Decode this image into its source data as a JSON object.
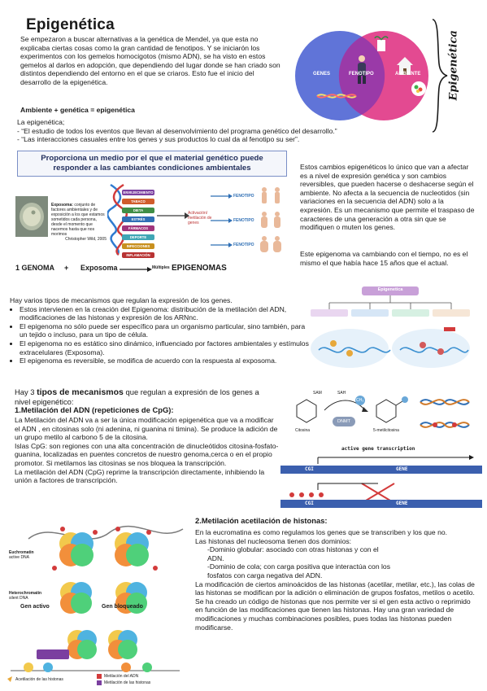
{
  "title": "Epigenética",
  "intro": "Se empezaron a buscar alternativas a la genética de Mendel, ya que esta no explicaba ciertas cosas como la gran cantidad de fenotipos. Y se iniciarón los experimentos con los gemelos homocigotos (mismo ADN), se ha visto en estos gemelos al darlos en adopción, que dependiendo del lugar donde se han criado son distintos dependiendo del entorno en el que se criaros. Esto fue el inicio del desarrollo de la epigenética.",
  "formula": "Ambiente + genética = epigenética",
  "definition_intro": "La epigenética;",
  "definitions": [
    "- “El estudio de todos los eventos que llevan al desenvolvimiento del programa genético del desarrollo.”",
    "- “Las interacciones casuales entre los genes y sus productos lo cual da al fenotipo su ser”."
  ],
  "venn": {
    "genes": "GENES",
    "fenotipo": "FENOTIPO",
    "ambiente": "AMBIENTE",
    "brace_label": "Epigenética",
    "colors": {
      "genes": "#5b6fd9",
      "ambiente": "#e0408c",
      "overlap": "#a13ca8"
    }
  },
  "figure1": {
    "title": "Proporciona un medio por el que el material genético puede responder a las cambiantes condiciones ambientales",
    "exposoma_label": "Exposoma:",
    "exposoma_text": "conjunto de factores ambientales y de exposición a los que estamos sometidos cada persona, desde el momento que nacemos hasta que nos morimos",
    "citation": "Christopher Wild, 2005",
    "factors": [
      "ENVEJECIMIENTO",
      "TABACO",
      "DIETA",
      "ESTRÉS",
      "FÁRMACOS",
      "DEPORTE",
      "INFECCIONES",
      "INFLAMACIÓN"
    ],
    "activation": "Activación/ metilación de genes",
    "fenotipo": "FENOTIPO",
    "eq_genoma": "1 GENOMA",
    "eq_plus": "+",
    "eq_exposoma": "Exposoma",
    "eq_arrow": "Múltiples",
    "eq_result": "EPIGENOMAS"
  },
  "cambios": "Estos cambios epigenéticos lo único que van a afectar es a nivel de expresión genética y son cambios reversibles, que pueden hacerse o deshacerse según el ambiente. No afecta a la secuencia de nucleotidos (sin variaciones en la secuencia del ADN) solo a la expresión. Es un mecanismo que permite el traspaso de caracteres de una generación a otra sin que se modifiquen o muten los genes.",
  "epigenoma_cambia": "Este epigenoma va cambiando con el tiempo, no es el mismo el que había hace 15 años que el actual.",
  "mecanismos_intro": "Hay varios tipos de mecanismos que regulan la expresión de los genes.",
  "mecanismos": [
    "Estos intervienen en la creación del Epigenoma: distribución de la metilación del ADN, modificaciones de las histonas y expresión de los ARNnc.",
    "El epigenoma no sólo puede ser específico para un organismo particular, sino también, para un tejido o incluso, para un tipo de célula.",
    " El epigenoma no es estático sino dinámico, influenciado por factores ambientales y estímulos extracelulares (Exposoma).",
    " El epigenoma es reversible, se modifica de acuerdo con la respuesta al exposoma."
  ],
  "tree_label": "Epigenetica",
  "tipos_pre": "Hay 3 ",
  "tipos_bold": "tipos de mecanismos",
  "tipos_post": " que regulan a expresión de los genes a nivel epigenético:",
  "s1_title": "1.Metilación del ADN (repeticiones de CpG):",
  "s1_paragraphs": [
    "La Metilación del ADN va a ser la única modificación epigenética que va a modificar el ADN , en citosinas solo (ni adenina, ni guanina ni timina). Se produce la adición de un grupo metilo al carbono 5 de la citosina.",
    "Islas CpG: son regiones con una alta concentración de dinucleótidos citosina-fosfato-guanina, localizadas en puentes concretos de nuestro genoma,cerca o en el propio promotor. Si metilamos las citosinas se nos bloquea la transcripción.",
    "La metilación del ADN (CpG) reprime la transcripción directamente, inhibiendo la unión a factores de transcripción."
  ],
  "dnmt": {
    "sam": "SAM",
    "sah": "SAH",
    "ch3": "CH₃",
    "enzyme": "DNMT",
    "citosina": "Citosina",
    "metilcitosina": "5-metilcitosina",
    "active": "active gene transcription",
    "cgi": "CGI",
    "gene": "GENE"
  },
  "s2_title": "2.Metilación acetilación de histonas:",
  "s2_lines": [
    "En la eucromatina es como regulamos los genes que se transcriben y los que no.",
    "Las histonas del nucleosoma tienen dos dominios:"
  ],
  "s2_dominios": [
    "-Dominio globular: asociado con otras histonas y con el ADN.",
    "-Dominio de cola; con carga positiva que interactúa con los fosfatos con carga negativa del ADN."
  ],
  "s2_tail": [
    "La modificación de ciertos aminoácidos de las histonas (acetilar, metilar, etc.), las colas de las histonas se modifican por la adición o eliminación de grupos fosfatos, metilos o acetilo.",
    "Se ha creado un código de histonas que nos permite ver si el gen esta activo o reprimido en función de las modificaciones que tienen las histonas. Hay una gran variedad de modificaciones y muchas combinaciones posibles, pues todas las histonas pueden modificarse."
  ],
  "histone_fig": {
    "euchromatin": "Euchromatin",
    "euchromatin_sub": "active DNA",
    "heterochromatin": "Heterochromatin",
    "heterochromatin_sub": "silent DNA",
    "gen_activo": "Gen activo",
    "gen_bloqueado": "Gen bloqueado",
    "legend_acetil": "Acetilación de las histonas",
    "legend_metil_adn": "Metilación del ADN",
    "legend_metil_hist": "Metilación de las histonas"
  }
}
